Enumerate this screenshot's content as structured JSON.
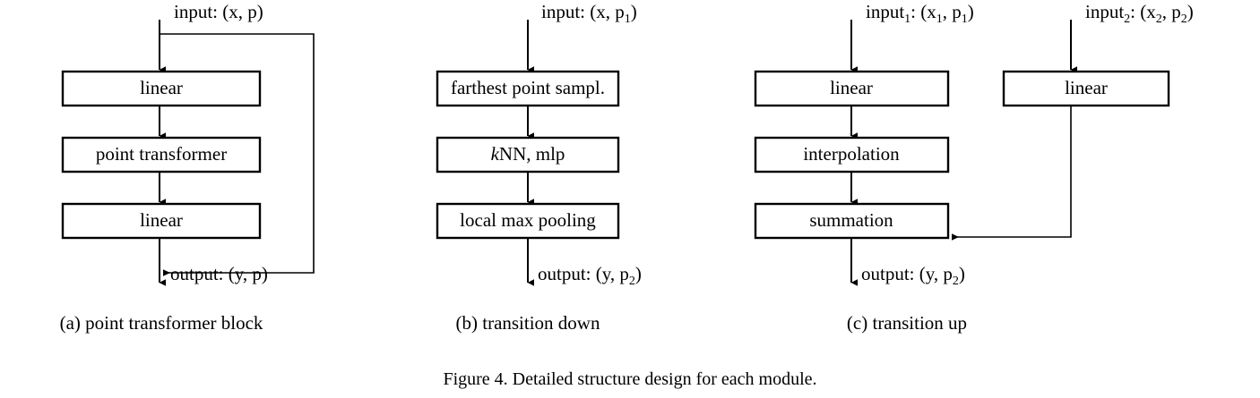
{
  "figure": {
    "caption": "Figure 4. Detailed structure design for each module.",
    "background_color": "#ffffff",
    "line_color": "#000000"
  },
  "panels": [
    {
      "id": "a",
      "caption": "(a) point transformer block",
      "input_label": "input: (x, p)",
      "output_label": "output: (y, p)",
      "blocks": [
        {
          "label": "linear"
        },
        {
          "label": "point transformer"
        },
        {
          "label": "linear"
        }
      ],
      "has_skip_connection": true
    },
    {
      "id": "b",
      "caption": "(b) transition down",
      "input_label": "input: (x, p₁)",
      "output_label": "output: (y, p₂)",
      "blocks": [
        {
          "label": "farthest point sampl."
        },
        {
          "label": "kNN, mlp",
          "label_prefix_italic": "k",
          "label_rest": "NN, mlp"
        },
        {
          "label": "local max pooling"
        }
      ],
      "has_skip_connection": false
    },
    {
      "id": "c",
      "caption": "(c) transition up",
      "input_label_1": "input₁: (x₁, p₁)",
      "input_label_2": "input₂: (x₂, p₂)",
      "output_label": "output: (y, p₂)",
      "blocks_left": [
        {
          "label": "linear"
        },
        {
          "label": "interpolation"
        },
        {
          "label": "summation"
        }
      ],
      "blocks_right": [
        {
          "label": "linear"
        }
      ],
      "has_merge_arrow": true
    }
  ],
  "text_parts": {
    "input_word": "input",
    "output_word": "output",
    "sub_1": "1",
    "sub_2": "2",
    "open_paren": ": (",
    "close_paren": ")",
    "comma_space": ", ",
    "x": "x",
    "y": "y",
    "p": "p"
  }
}
